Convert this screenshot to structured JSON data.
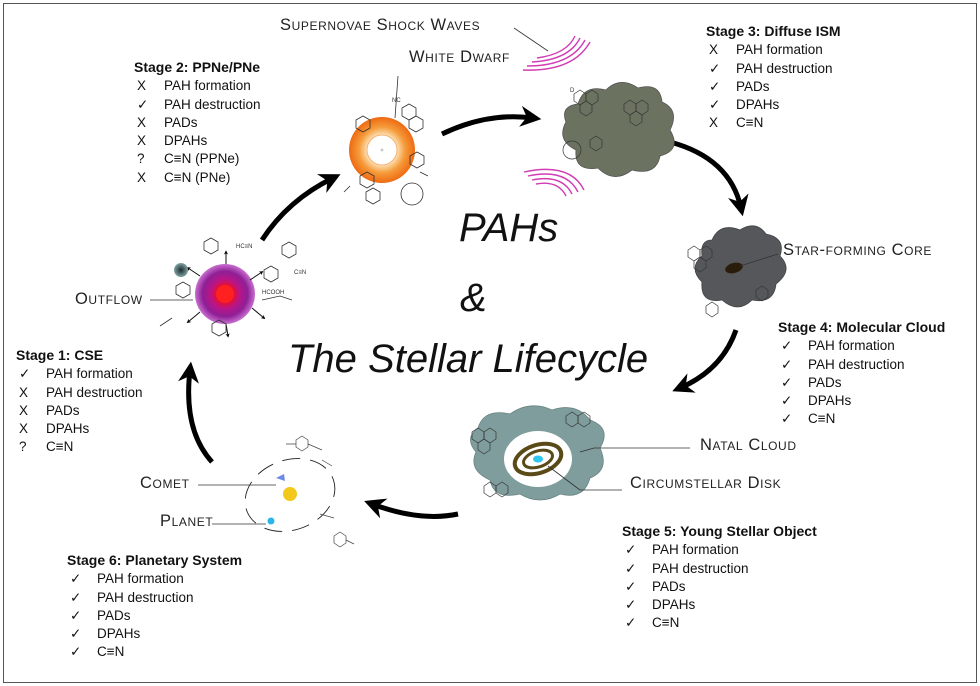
{
  "title": {
    "line1": "PAHs",
    "line2": "&",
    "line3": "The Stellar Lifecycle"
  },
  "labels": {
    "supernovae": "Supernovae Shock Waves",
    "white_dwarf": "White Dwarf",
    "star_forming_core": "Star-forming Core",
    "outflow": "Outflow",
    "natal_cloud": "Natal Cloud",
    "circumstellar_disk": "Circumstellar Disk",
    "comet": "Comet",
    "planet": "Planet"
  },
  "molecule_labels": {
    "nitrile": "NC",
    "hc3n": "HC≡N",
    "hcooh": "HCOOH",
    "cn": "C≡N",
    "d": "D"
  },
  "stages": [
    {
      "title": "Stage 1: CSE",
      "items": [
        {
          "mark": "✓",
          "text": "PAH formation"
        },
        {
          "mark": "X",
          "text": "PAH destruction"
        },
        {
          "mark": "X",
          "text": "PADs"
        },
        {
          "mark": "X",
          "text": "DPAHs"
        },
        {
          "mark": "?",
          "text": "C≡N"
        }
      ]
    },
    {
      "title": "Stage 2: PPNe/PNe",
      "items": [
        {
          "mark": "X",
          "text": "PAH formation"
        },
        {
          "mark": "✓",
          "text": "PAH destruction"
        },
        {
          "mark": "X",
          "text": "PADs"
        },
        {
          "mark": "X",
          "text": "DPAHs"
        },
        {
          "mark": "?",
          "text": "C≡N (PPNe)"
        },
        {
          "mark": "X",
          "text": "C≡N (PNe)"
        }
      ]
    },
    {
      "title": "Stage 3: Diffuse ISM",
      "items": [
        {
          "mark": "X",
          "text": "PAH formation"
        },
        {
          "mark": "✓",
          "text": "PAH destruction"
        },
        {
          "mark": "✓",
          "text": "PADs"
        },
        {
          "mark": "✓",
          "text": "DPAHs"
        },
        {
          "mark": "X",
          "text": "C≡N"
        }
      ]
    },
    {
      "title": "Stage 4: Molecular Cloud",
      "items": [
        {
          "mark": "✓",
          "text": "PAH formation"
        },
        {
          "mark": "✓",
          "text": "PAH destruction"
        },
        {
          "mark": "✓",
          "text": "PADs"
        },
        {
          "mark": "✓",
          "text": "DPAHs"
        },
        {
          "mark": "✓",
          "text": "C≡N"
        }
      ]
    },
    {
      "title": "Stage 5: Young Stellar Object",
      "items": [
        {
          "mark": "✓",
          "text": "PAH formation"
        },
        {
          "mark": "✓",
          "text": "PAH destruction"
        },
        {
          "mark": "✓",
          "text": "PADs"
        },
        {
          "mark": "✓",
          "text": "DPAHs"
        },
        {
          "mark": "✓",
          "text": "C≡N"
        }
      ]
    },
    {
      "title": "Stage 6: Planetary System",
      "items": [
        {
          "mark": "✓",
          "text": "PAH formation"
        },
        {
          "mark": "✓",
          "text": "PAH destruction"
        },
        {
          "mark": "✓",
          "text": "PADs"
        },
        {
          "mark": "✓",
          "text": "DPAHs"
        },
        {
          "mark": "✓",
          "text": "C≡N"
        }
      ]
    }
  ],
  "colors": {
    "diffuse_ism": "#6b7360",
    "molecular_cloud": "#55575a",
    "natal_cloud": "#7f9d9c",
    "disk_ring": "#5a4a17",
    "white_dwarf_outer": "#f07a1a",
    "outflow_star": "#a0208a",
    "shock_waves": "#d23cb4",
    "planet": "#29b6e8",
    "sun": "#f2c91a"
  }
}
